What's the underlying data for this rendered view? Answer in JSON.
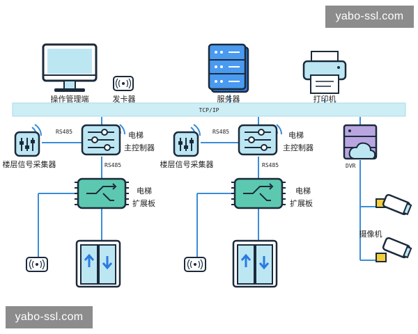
{
  "network": {
    "label": "TCP/IP"
  },
  "top_devices": {
    "workstation": "操作管理端",
    "card_issuer": "发卡器",
    "server": "服务器",
    "printer": "打印机"
  },
  "left_group": {
    "floor_collector": "楼层信号采集器",
    "link_rs485_a": "RS485",
    "controller_label_1": "电梯",
    "controller_label_2": "主控制器",
    "link_rs485_b": "RS485",
    "expansion_label_1": "电梯",
    "expansion_label_2": "扩展板"
  },
  "right_group": {
    "floor_collector": "楼层信号采集器",
    "link_rs485_a": "RS485",
    "controller_label_1": "电梯",
    "controller_label_2": "主控制器",
    "link_rs485_b": "RS485",
    "expansion_label_1": "电梯",
    "expansion_label_2": "扩展板"
  },
  "dvr_group": {
    "dvr": "DVR",
    "cameras": "摄像机"
  },
  "watermarks": {
    "top": "yabo-ssl.com",
    "bottom": "yabo-ssl.com"
  },
  "colors": {
    "bus_fill": "#cdeef5",
    "line": "#3a8dd6",
    "device_fill": "#bde6f3",
    "dark_outline": "#1b2a3a",
    "arrow_blue": "#2a7be0",
    "dvr_purple": "#b9a6e0",
    "camera_yellow": "#f5cf3a"
  }
}
